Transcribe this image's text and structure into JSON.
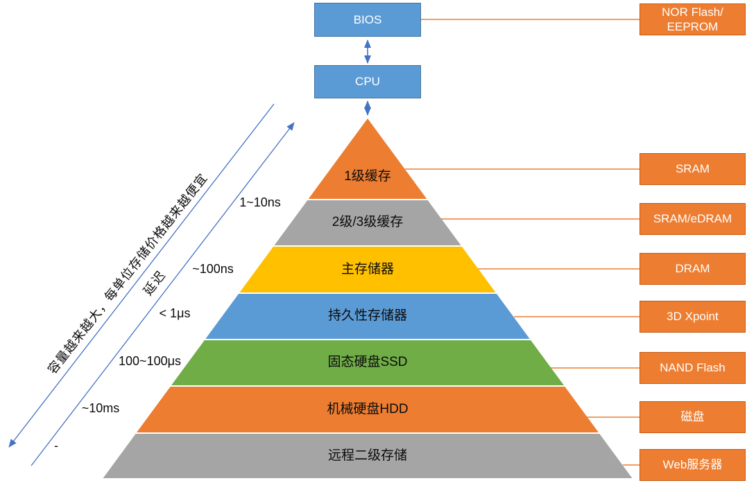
{
  "cpu_stack": {
    "bios_label": "BIOS",
    "cpu_label": "CPU"
  },
  "nor_box": {
    "line1": "NOR Flash/",
    "line2": "EEPROM"
  },
  "pyramid_levels": [
    {
      "label": "1级缓存",
      "tech": "SRAM"
    },
    {
      "label": "2级/3级缓存",
      "tech": "SRAM/eDRAM"
    },
    {
      "label": "主存储器",
      "tech": "DRAM"
    },
    {
      "label": "持久性存储器",
      "tech": "3D Xpoint"
    },
    {
      "label": "固态硬盘SSD",
      "tech": "NAND Flash"
    },
    {
      "label": "机械硬盘HDD",
      "tech": "磁盘"
    },
    {
      "label": "远程二级存储",
      "tech": "Web服务器"
    }
  ],
  "left_axis": {
    "capacity_text": "容量越来越大，每单位存储价格越来越便宜",
    "latency_label": "延迟",
    "latency_ticks": [
      "1~10ns",
      "~100ns",
      "< 1μs",
      "100~100μs",
      "~10ms",
      "-"
    ]
  },
  "colors": {
    "level_fills": [
      "#ED7D31",
      "#A5A5A5",
      "#FFC000",
      "#5B9BD5",
      "#70AD47",
      "#ED7D31",
      "#A5A5A5"
    ],
    "cpu_box_fill": "#5B9BD5",
    "cpu_box_border": "#41719C",
    "tech_box_fill": "#ED7D31",
    "tech_box_border": "#C55A11",
    "connector_line": "#ED7D31",
    "axis_arrow": "#4472C4",
    "label_text": "#000000",
    "box_text": "#FFFFFF"
  }
}
